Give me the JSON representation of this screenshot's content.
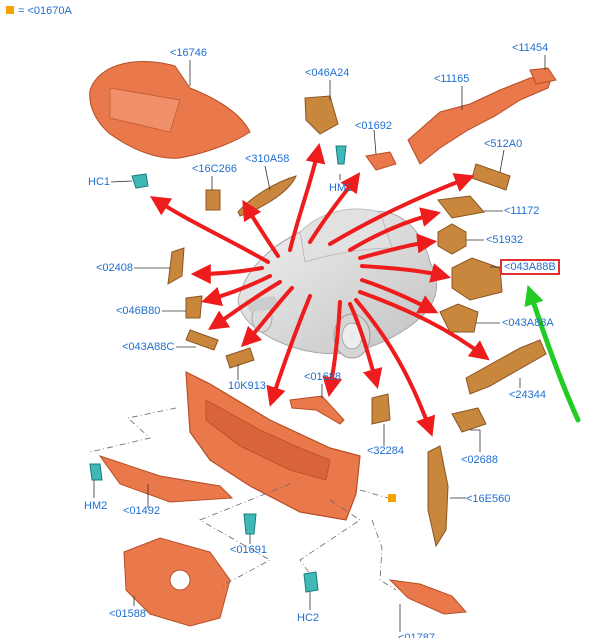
{
  "legend": {
    "text": "= <01670A",
    "swatch_color": "#f5a200"
  },
  "colors": {
    "part_orange": "#e9784a",
    "part_bronze": "#c9873e",
    "fastener_teal": "#3fb8b8",
    "arrow_red": "#ee1c1c",
    "arrow_green": "#22cc22",
    "label_blue": "#1f6fd0",
    "highlight_red": "#e03030"
  },
  "labels": [
    {
      "id": "16746",
      "text": "<16746"
    },
    {
      "id": "046A24",
      "text": "<046A24"
    },
    {
      "id": "11454",
      "text": "<11454"
    },
    {
      "id": "11165",
      "text": "<11165"
    },
    {
      "id": "01692",
      "text": "<01692"
    },
    {
      "id": "512A0",
      "text": "<512A0"
    },
    {
      "id": "HC1",
      "text": "HC1"
    },
    {
      "id": "16C266",
      "text": "<16C266"
    },
    {
      "id": "310A58",
      "text": "<310A58"
    },
    {
      "id": "HM1",
      "text": "HM1"
    },
    {
      "id": "11172",
      "text": "<11172"
    },
    {
      "id": "51932",
      "text": "<51932"
    },
    {
      "id": "02408",
      "text": "<02408"
    },
    {
      "id": "043A88B",
      "text": "<043A88B",
      "highlighted": true
    },
    {
      "id": "046B80",
      "text": "<046B80"
    },
    {
      "id": "043A88A",
      "text": "<043A88A"
    },
    {
      "id": "043A88C",
      "text": "<043A88C"
    },
    {
      "id": "10K913",
      "text": "10K913"
    },
    {
      "id": "01688",
      "text": "<01688"
    },
    {
      "id": "24344",
      "text": "<24344"
    },
    {
      "id": "32284",
      "text": "<32284"
    },
    {
      "id": "02688",
      "text": "<02688"
    },
    {
      "id": "HM2",
      "text": "HM2"
    },
    {
      "id": "01492",
      "text": "<01492"
    },
    {
      "id": "16E560",
      "text": "<16E560"
    },
    {
      "id": "01691",
      "text": "<01691"
    },
    {
      "id": "01588",
      "text": "<01588"
    },
    {
      "id": "HC2",
      "text": "HC2"
    },
    {
      "id": "01787",
      "text": "<01787"
    }
  ]
}
